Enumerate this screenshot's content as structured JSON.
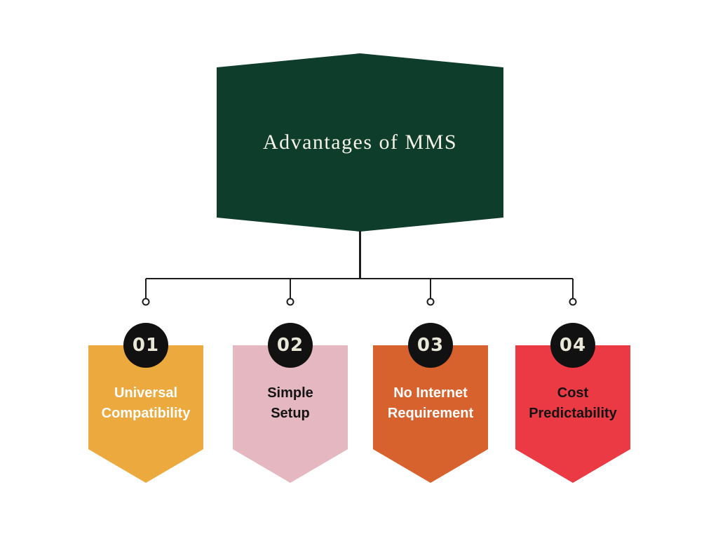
{
  "canvas": {
    "background": "#FFFFFF"
  },
  "header": {
    "title": "Advantages of MMS",
    "bg_color": "#0F3D2C",
    "text_color": "#F5F2E8"
  },
  "connector": {
    "line_color": "#1C1C1C"
  },
  "items": [
    {
      "number": "01",
      "label": "Universal\nCompatibility",
      "bg_color": "#EBA93E",
      "text_color": "#FFFFFF",
      "badge_bg": "#111111",
      "badge_text_color": "#E9E7D8"
    },
    {
      "number": "02",
      "label": "Simple\nSetup",
      "bg_color": "#E4B7C1",
      "text_color": "#141414",
      "badge_bg": "#111111",
      "badge_text_color": "#E9E7D8"
    },
    {
      "number": "03",
      "label": "No Internet\nRequirement",
      "bg_color": "#D8622D",
      "text_color": "#FFFFFF",
      "badge_bg": "#111111",
      "badge_text_color": "#E9E7D8"
    },
    {
      "number": "04",
      "label": "Cost\nPredictability",
      "bg_color": "#EB3A44",
      "text_color": "#141414",
      "badge_bg": "#111111",
      "badge_text_color": "#E9E7D8"
    }
  ]
}
